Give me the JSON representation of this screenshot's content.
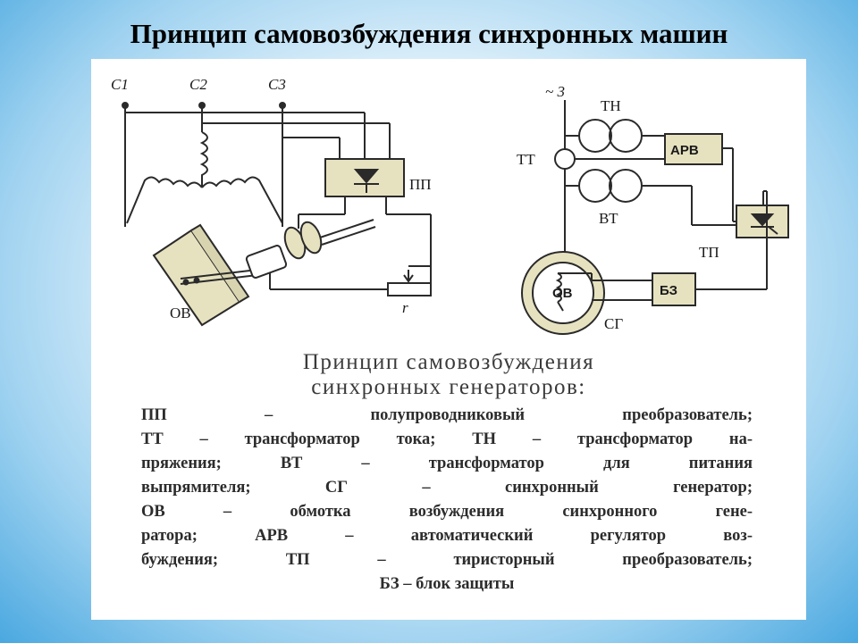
{
  "slide": {
    "title": "Принцип самовозбуждения синхронных машин"
  },
  "left_diagram": {
    "terminal_labels": [
      "С1",
      "С2",
      "С3"
    ],
    "converter_label": "ПП",
    "resistor_label": "r",
    "winding_label": "ОВ"
  },
  "right_diagram": {
    "supply_label": "~ 3",
    "voltage_transformer_label": "ТН",
    "current_transformer_label": "ТТ",
    "rectifier_transformer_label": "ВТ",
    "regulator_label": "АРВ",
    "thyristor_converter_label": "ТП",
    "protection_label": "БЗ",
    "winding_label": "ОВ",
    "generator_label": "СГ"
  },
  "caption": {
    "heading": [
      "Принцип самовозбуждения",
      "синхронных генераторов:"
    ],
    "lines": [
      "ПП – полупроводниковый преобразователь;",
      "ТТ – трансформатор тока; ТН – трансформатор на-",
      "пряжения; ВТ – трансформатор для питания",
      "выпрямителя; СГ – синхронный генератор;",
      "ОВ – обмотка возбуждения синхронного гене-",
      "ратора; АРВ – автоматический регулятор воз-",
      "буждения; ТП – тиристорный преобразователь;",
      "БЗ – блок защиты"
    ]
  },
  "colors": {
    "block_fill": "#e6e2c0",
    "line": "#2a2a2a"
  }
}
